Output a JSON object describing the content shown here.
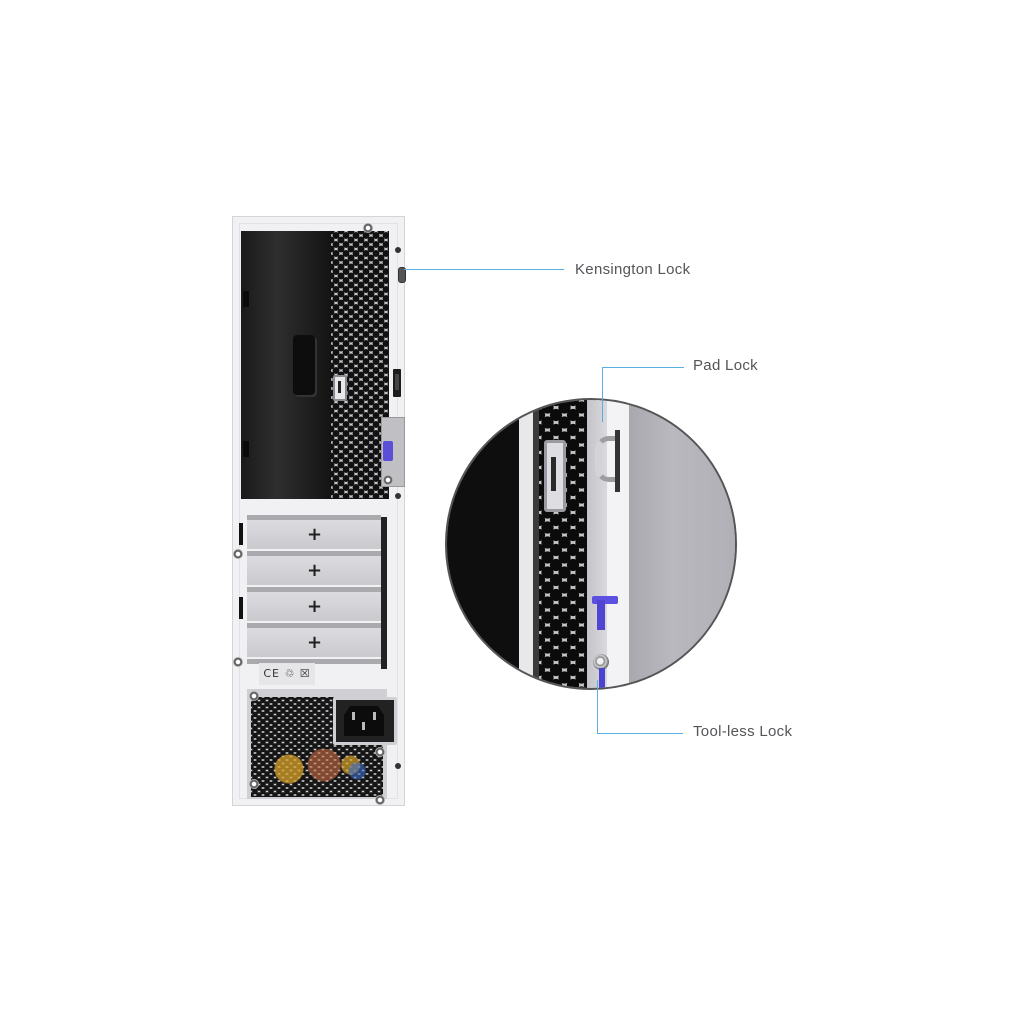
{
  "callouts": {
    "kensington": {
      "label": "Kensington Lock"
    },
    "padlock": {
      "label": "Pad Lock"
    },
    "toolless": {
      "label": "Tool-less Lock"
    }
  },
  "chassis": {
    "pci_slots": [
      {
        "icon": "+"
      },
      {
        "icon": "+"
      },
      {
        "icon": "+"
      },
      {
        "icon": "+"
      }
    ],
    "compliance_label": "CE ♲ ☒",
    "icons": [
      "drive-bay",
      "honeycomb-vent",
      "usb-port",
      "kensington-slot",
      "tool-less-clip",
      "power-socket",
      "psu-grill"
    ]
  },
  "colors": {
    "callout_line": "#5aaee0",
    "label_text": "#555559",
    "clip_blue": "#5a4fd6",
    "chassis": "#f1f1f3"
  }
}
